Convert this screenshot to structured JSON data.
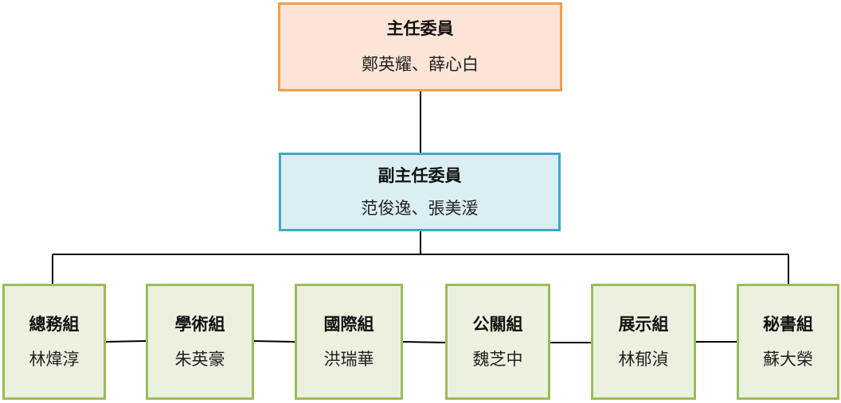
{
  "chair": {
    "title": "主任委員",
    "names": "鄭英耀、薛心白"
  },
  "vice": {
    "title": "副主任委員",
    "names": "范俊逸、張美湲"
  },
  "groups": [
    {
      "title": "總務組",
      "names": "林煒淳"
    },
    {
      "title": "學術組",
      "names": "朱英豪"
    },
    {
      "title": "國際組",
      "names": "洪瑞華"
    },
    {
      "title": "公關組",
      "names": "魏芝中"
    },
    {
      "title": "展示組",
      "names": "林郁湞"
    },
    {
      "title": "秘書組",
      "names": "蘇大榮"
    }
  ],
  "colors": {
    "chair_border": "#F59D4E",
    "chair_fill": "#FCE4D6",
    "vice_border": "#41A8C2",
    "vice_fill": "#DAEEF3",
    "group_border": "#9BBB59",
    "group_fill": "#EBF1DE",
    "connector": "#000000"
  }
}
